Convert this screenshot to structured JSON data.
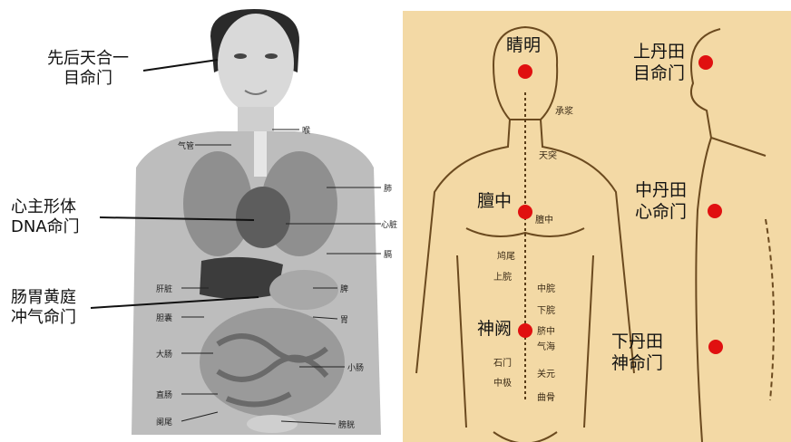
{
  "left_annotations": {
    "head_line1": "先后天合一",
    "head_line2": "目命门",
    "heart_line1": "心主形体",
    "heart_line2": "DNA命门",
    "gut_line1": "肠胃黄庭",
    "gut_line2": "冲气命门"
  },
  "anatomy_labels": {
    "throat": "喉",
    "trachea": "气管",
    "lung": "肺",
    "heart": "心脏",
    "diaphragm": "膈",
    "liver": "肝脏",
    "stomach": "胃",
    "gallbladder": "胆囊",
    "spleen": "脾",
    "large_intestine": "大肠",
    "small_intestine": "小肠",
    "rectum": "直肠",
    "appendix": "阑尾",
    "bladder": "膀胱"
  },
  "acupoints": {
    "jingming": "睛明",
    "danzhong": "膻中",
    "shenque": "神阙"
  },
  "dantian": {
    "upper_line1": "上丹田",
    "upper_line2": "目命门",
    "middle_line1": "中丹田",
    "middle_line2": "心命门",
    "lower_line1": "下丹田",
    "lower_line2": "神命门"
  },
  "meridian_points": {
    "chengjiang": "承浆",
    "tiantu": "天突",
    "danzhong_small": "膻中",
    "jiuwei": "鸠尾",
    "shangwan": "上脘",
    "zhongwan": "中脘",
    "xiawan": "下脘",
    "qizhong": "脐中",
    "qihai": "气海",
    "shimen": "石门",
    "guanyuan": "关元",
    "zhongji": "中极",
    "qugu": "曲骨"
  },
  "colors": {
    "acupoint_dot": "#e01010",
    "figure_bg": "#f3d9a5"
  }
}
